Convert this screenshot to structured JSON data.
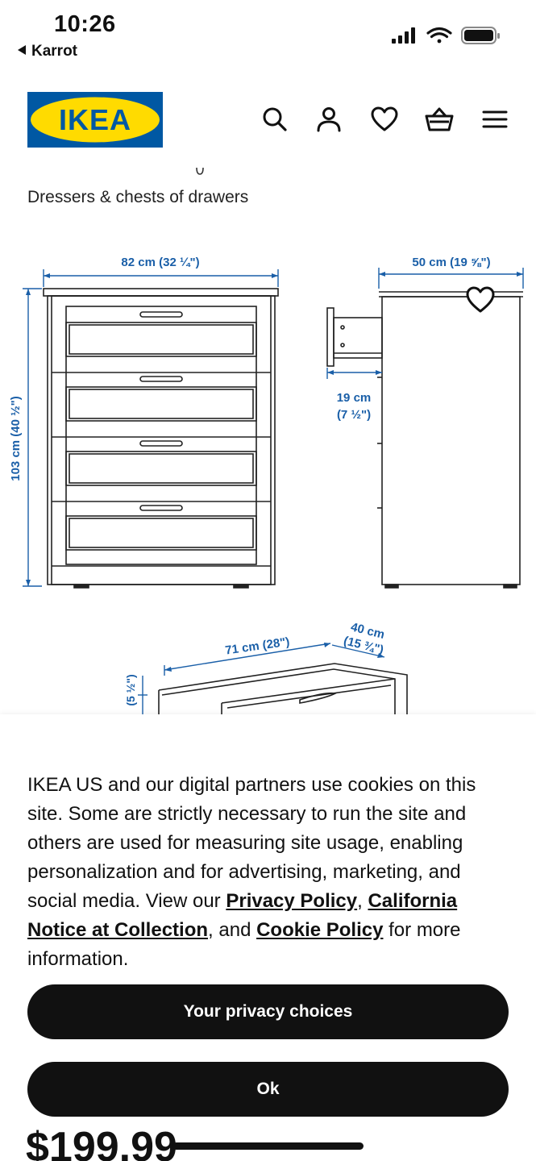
{
  "status_bar": {
    "time": "10:26",
    "back_app": "Karrot"
  },
  "header": {
    "logo_text": "IKEA",
    "brand_blue": "#0058a3",
    "brand_yellow": "#ffdb00",
    "icons": [
      "search-icon",
      "profile-icon",
      "heart-icon",
      "basket-icon",
      "menu-icon"
    ]
  },
  "product": {
    "category": "Dressers & chests of drawers"
  },
  "diagram": {
    "width_label": "82 cm (32 ¼\")",
    "depth_label": "50 cm (19 ⅝\")",
    "height_label": "103 cm (40 ½\")",
    "drawer_depth_cm": "19 cm",
    "drawer_depth_in": "(7 ½\")",
    "drawer_width_label": "71 cm (28\")",
    "drawer_inner_depth_cm": "40 cm",
    "drawer_inner_depth_in": "(15 ¾\")",
    "drawer_height_in": "(5 ½\")"
  },
  "cookie_banner": {
    "text_1": "IKEA US and our digital partners use cookies on this site. Some are strictly necessary to run the site and others are used for measuring site usage, enabling personalization and for advertising, marketing, and social media. View our ",
    "link_privacy": "Privacy Policy",
    "sep_1": ", ",
    "link_california": "California Notice at Collection",
    "sep_2": ", and ",
    "link_cookie": "Cookie Policy",
    "text_2": " for more information.",
    "privacy_choices_label": "Your privacy choices",
    "ok_label": "Ok"
  },
  "price_peek": "$199.99"
}
